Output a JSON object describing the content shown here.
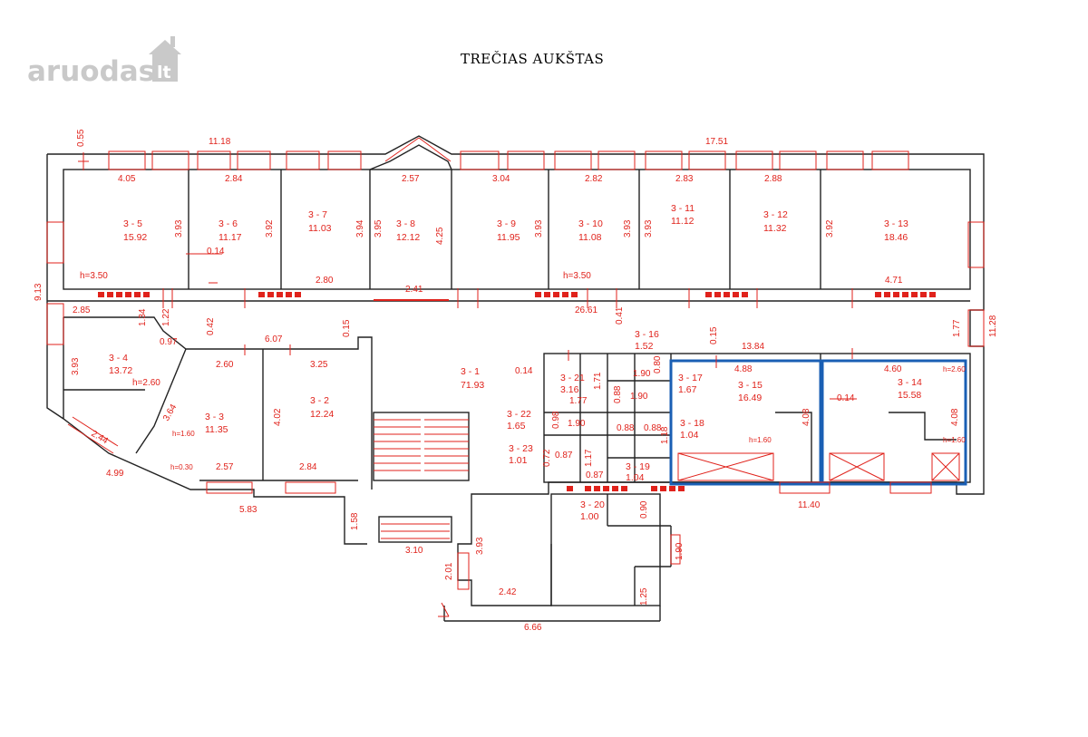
{
  "logo": {
    "text": "aruodas",
    "suffix": "lt"
  },
  "title": "TREČIAS AUKŠTAS",
  "colors": {
    "annotation": "#e0221b",
    "wall": "#222222",
    "highlight": "#1a5fb4",
    "logo": "#c9c9c9"
  },
  "rooms": [
    {
      "id": "3 - 5",
      "area": "15.92"
    },
    {
      "id": "3 - 6",
      "area": "11.17"
    },
    {
      "id": "3 - 7",
      "area": "11.03"
    },
    {
      "id": "3 - 8",
      "area": "12.12"
    },
    {
      "id": "3 - 9",
      "area": "11.95"
    },
    {
      "id": "3 - 10",
      "area": "11.08"
    },
    {
      "id": "3 - 11",
      "area": "11.12"
    },
    {
      "id": "3 - 12",
      "area": "11.32"
    },
    {
      "id": "3 - 13",
      "area": "18.46"
    },
    {
      "id": "3 - 4",
      "area": "13.72"
    },
    {
      "id": "3 - 3",
      "area": "11.35"
    },
    {
      "id": "3 - 2",
      "area": "12.24"
    },
    {
      "id": "3 - 1",
      "area": "71.93"
    },
    {
      "id": "3 - 16",
      "area": "1.52"
    },
    {
      "id": "3 - 21",
      "area": "3.16"
    },
    {
      "id": "3 - 17",
      "area": "1.67"
    },
    {
      "id": "3 - 15",
      "area": "16.49"
    },
    {
      "id": "3 - 14",
      "area": "15.58"
    },
    {
      "id": "3 - 22",
      "area": "1.65"
    },
    {
      "id": "3 - 18",
      "area": "1.04"
    },
    {
      "id": "3 - 23",
      "area": "1.01"
    },
    {
      "id": "3 - 19",
      "area": "1.04"
    },
    {
      "id": "3 - 20",
      "area": "1.00"
    }
  ],
  "dimensions": [
    "0.55",
    "11.18",
    "17.51",
    "4.05",
    "2.84",
    "2.57",
    "3.04",
    "2.82",
    "2.83",
    "2.88",
    "3.93",
    "3.92",
    "3.94",
    "3.95",
    "4.25",
    "3.93",
    "3.93",
    "3.93",
    "3.92",
    "0.14",
    "h=3.50",
    "2.80",
    "2.41",
    "h=3.50",
    "4.71",
    "9.13",
    "2.85",
    "1.34",
    "1.22",
    "0.42",
    "0.97",
    "6.07",
    "0.15",
    "26.61",
    "0.41",
    "1.77",
    "11.28",
    "0.15",
    "13.84",
    "3.93",
    "h=2.60",
    "2.60",
    "3.25",
    "0.14",
    "1.71",
    "1.90",
    "0.80",
    "4.88",
    "4.60",
    "h=2.60",
    "0.14",
    "3.64",
    "h=1.60",
    "4.02",
    "1.77",
    "0.88",
    "1.90",
    "4.08",
    "4.08",
    "2.44",
    "0.98",
    "1.90",
    "0.88",
    "0.88",
    "1.18",
    "h=1.60",
    "h=1.60",
    "h=0.30",
    "2.57",
    "2.84",
    "0.87",
    "0.72",
    "1.17",
    "0.87",
    "4.99",
    "5.83",
    "11.40",
    "0.90",
    "1.58",
    "3.10",
    "3.93",
    "1.90",
    "2.01",
    "2.42",
    "1.25",
    "6.66"
  ]
}
